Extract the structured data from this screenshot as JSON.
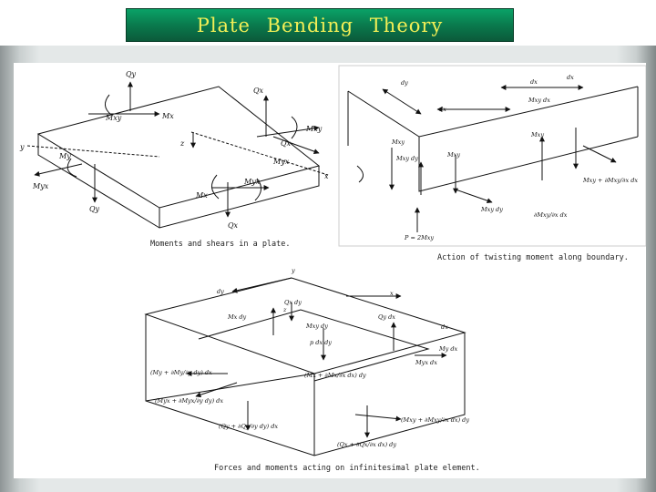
{
  "header": {
    "title": "Plate Bending Theory"
  },
  "figure1": {
    "caption": "Moments and shears in a plate.",
    "labels": {
      "qy_top": "Qy",
      "qx_top": "Qx",
      "mxy": "Mxy",
      "mx": "Mx",
      "mxy2": "Mxy",
      "y": "y",
      "z": "z",
      "my": "My",
      "myx": "Myx",
      "qx_bot": "Qx",
      "mx2": "Mx",
      "qy_bot": "Qy",
      "x": "x",
      "myx2": "Myx",
      "myx3": "Myx",
      "qx_bot2": "Qx"
    }
  },
  "figure2": {
    "caption": "Action of twisting moment along boundary.",
    "labels": {
      "dy": "dy",
      "dx1": "dx",
      "dx2": "dx",
      "dx3": "dx",
      "mxy": "Mxy",
      "mxy_dy": "Mxy dy",
      "mxy2": "Mxy",
      "mxy3": "Mxy",
      "mxy_dx": "Mxy dx",
      "mxy_dyx": "Mxy dy",
      "m_right": "Mxy + ∂Mxy/∂x dx",
      "m_bottom": "∂Mxy/∂x dx",
      "p": "P = 2Mxy"
    }
  },
  "figure3": {
    "caption": "Forces and moments acting on infinitesimal plate element.",
    "labels": {
      "y": "y",
      "dy": "dy",
      "x": "x",
      "z": "z",
      "qxdy": "Qx dy",
      "mxdy": "Mx dy",
      "qydx": "Qy dx",
      "mxydy": "Mxy dy",
      "dx": "dx",
      "pdxdy": "p dx dy",
      "mydx": "My dx",
      "myxdx": "Myx dx",
      "myx_term": "(Myx + ∂Myx/∂y dy) dx",
      "my_term": "(My + ∂My/∂y dy) dx",
      "mx_term": "(Mx + ∂Mx/∂x dx) dy",
      "qy_term": "(Qy + ∂Qy/∂y dy) dx",
      "mxy_term": "(Mxy + ∂Mxy/∂x dx) dy",
      "qx_term": "(Qx + ∂Qx/∂x dx) dy"
    }
  }
}
